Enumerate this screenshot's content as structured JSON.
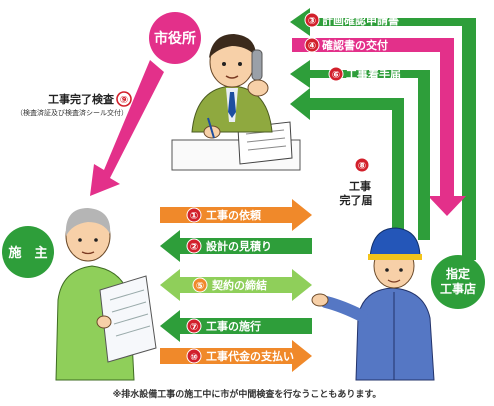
{
  "nodes": {
    "city_hall": "市役所",
    "owner": "施　主",
    "contractor_line1": "指定",
    "contractor_line2": "工事店"
  },
  "colors": {
    "green": "#2e9e3a",
    "pink": "#e3308a",
    "orange": "#f0892a",
    "badge_red": "#d2202b"
  },
  "flows": [
    {
      "num": "③",
      "label": "計画確認申請書",
      "color": "green"
    },
    {
      "num": "④",
      "label": "確認書の交付",
      "color": "pink"
    },
    {
      "num": "⑥",
      "label": "工事着手届",
      "color": "green"
    },
    {
      "num": "⑧",
      "label_line1": "工事",
      "label_line2": "完了届",
      "color": "green"
    },
    {
      "num": "⑨",
      "label": "工事完了検査",
      "sublabel": "（検査済証及び検査済シール交付）",
      "color": "pink"
    },
    {
      "num": "①",
      "label": "工事の依頼",
      "color": "orange"
    },
    {
      "num": "②",
      "label": "設計の見積り",
      "color": "green"
    },
    {
      "num": "⑤",
      "label": "契約の締結",
      "color": "green"
    },
    {
      "num": "⑦",
      "label": "工事の施行",
      "color": "green"
    },
    {
      "num": "⑩",
      "label": "工事代金の支払い",
      "color": "orange"
    }
  ],
  "footnote": "※排水設備工事の施工中に市が中間検査を行なうこともあります。",
  "icons": {
    "city_official": "official-on-phone-icon",
    "owner_person": "owner-reading-document-icon",
    "contractor_worker": "worker-with-helmet-icon"
  }
}
